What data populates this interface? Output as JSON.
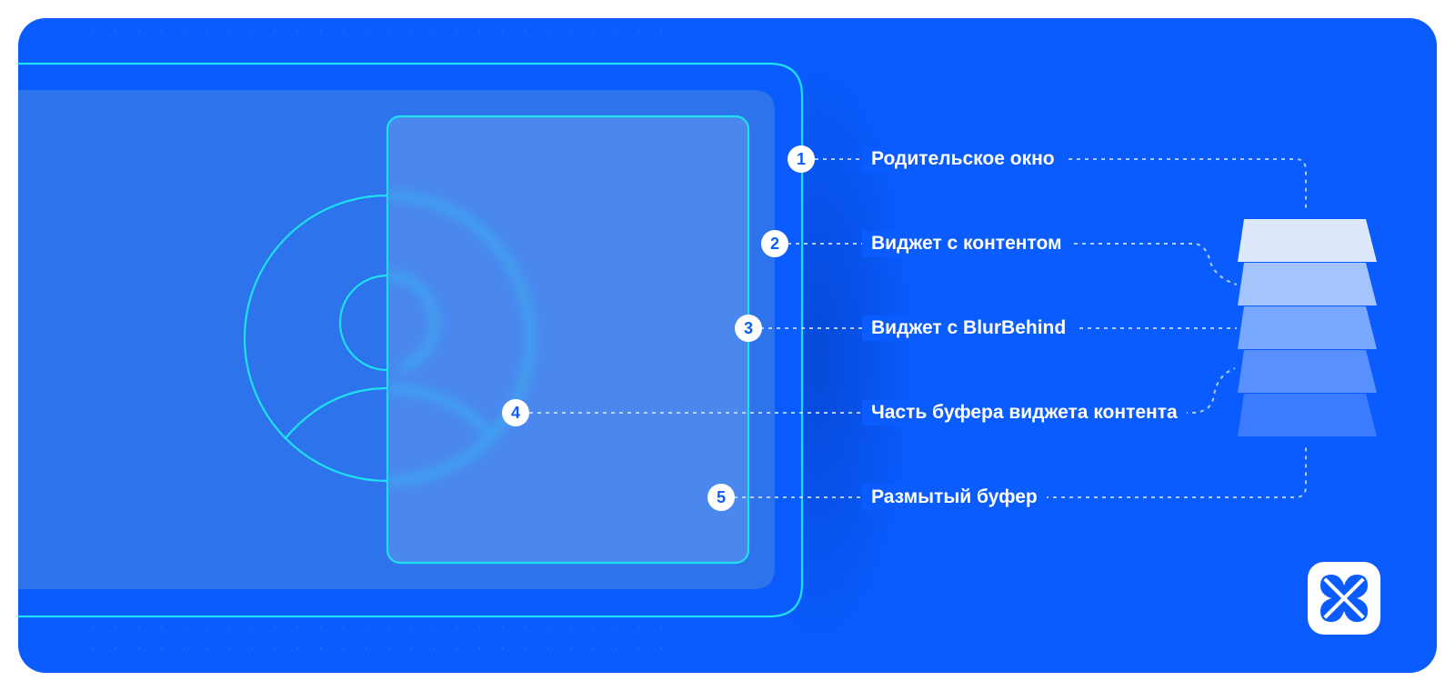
{
  "callouts": [
    {
      "number": "1",
      "label": "Родительское окно"
    },
    {
      "number": "2",
      "label": "Виджет с контентом"
    },
    {
      "number": "3",
      "label": "Виджет с BlurBehind"
    },
    {
      "number": "4",
      "label": "Часть буфера виджета контента"
    },
    {
      "number": "5",
      "label": "Размытый буфер"
    }
  ],
  "colors": {
    "background": "#0a5cff",
    "window_outline": "#1ee0f0",
    "panel": "#2d74ec",
    "blur_widget": "#4a88ee"
  },
  "logo": {
    "icon": "x-cross-logo-icon"
  }
}
